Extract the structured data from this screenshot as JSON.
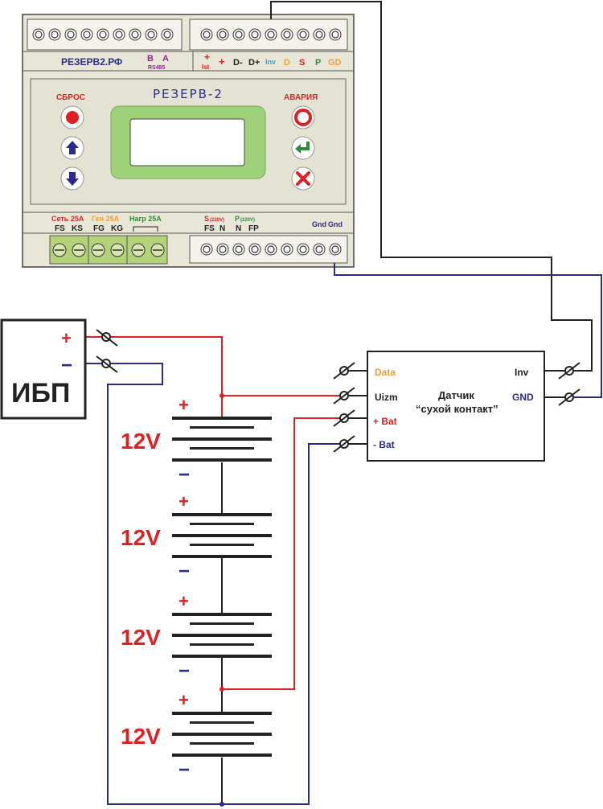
{
  "controller": {
    "site": "РЕЗЕРВ2.РФ",
    "title": "РЕЗЕРВ-2",
    "reset_label": "СБРОС",
    "alarm_label": "АВАРИЯ",
    "rs485": {
      "b": "B",
      "a": "A",
      "name": "RS485"
    },
    "top_terminals": {
      "plus_top": "+",
      "plus_sub": "Ist",
      "plus": "+",
      "dminus": "D-",
      "dplus": "D+",
      "inv": "Inv",
      "d": "D",
      "s": "S",
      "p": "P",
      "gd": "GD"
    },
    "bottom_groups": {
      "set": "Сеть 25А",
      "set_fs": "FS",
      "set_ks": "KS",
      "gen": "Ген 25А",
      "gen_fg": "FG",
      "gen_kg": "KG",
      "nagr": "Нагр 25А",
      "s": "S",
      "s_volt": "(220V)",
      "s_fs": "FS",
      "s_n": "N",
      "p": "P",
      "p_volt": "(220V)",
      "p_n": "N",
      "p_fp": "FP",
      "gnd1": "Gnd",
      "gnd2": "Gnd"
    }
  },
  "ups": {
    "label": "ИБП",
    "plus": "+",
    "minus": "−"
  },
  "batteries": [
    {
      "voltage": "12V",
      "plus": "+",
      "minus": "−"
    },
    {
      "voltage": "12V",
      "plus": "+",
      "minus": "−"
    },
    {
      "voltage": "12V",
      "plus": "+",
      "minus": "−"
    },
    {
      "voltage": "12V",
      "plus": "+",
      "minus": "−"
    }
  ],
  "sensor": {
    "title_line1": "Датчик",
    "title_line2": "“сухой контакт”",
    "data": "Data",
    "uizm": "Uizm",
    "plus_bat": "+ Bat",
    "minus_bat": "- Bat",
    "inv": "Inv",
    "gnd": "GND"
  },
  "colors": {
    "red": "#e02020",
    "blue": "#2b2b8c",
    "orange": "#f0a030",
    "green": "#2e8b3a",
    "panel": "#e8e6d6",
    "terminal_green": "#b5d17a",
    "lcd_green": "#9fd17a",
    "purple": "#9b1f9b",
    "cyan": "#2aa7d6"
  }
}
